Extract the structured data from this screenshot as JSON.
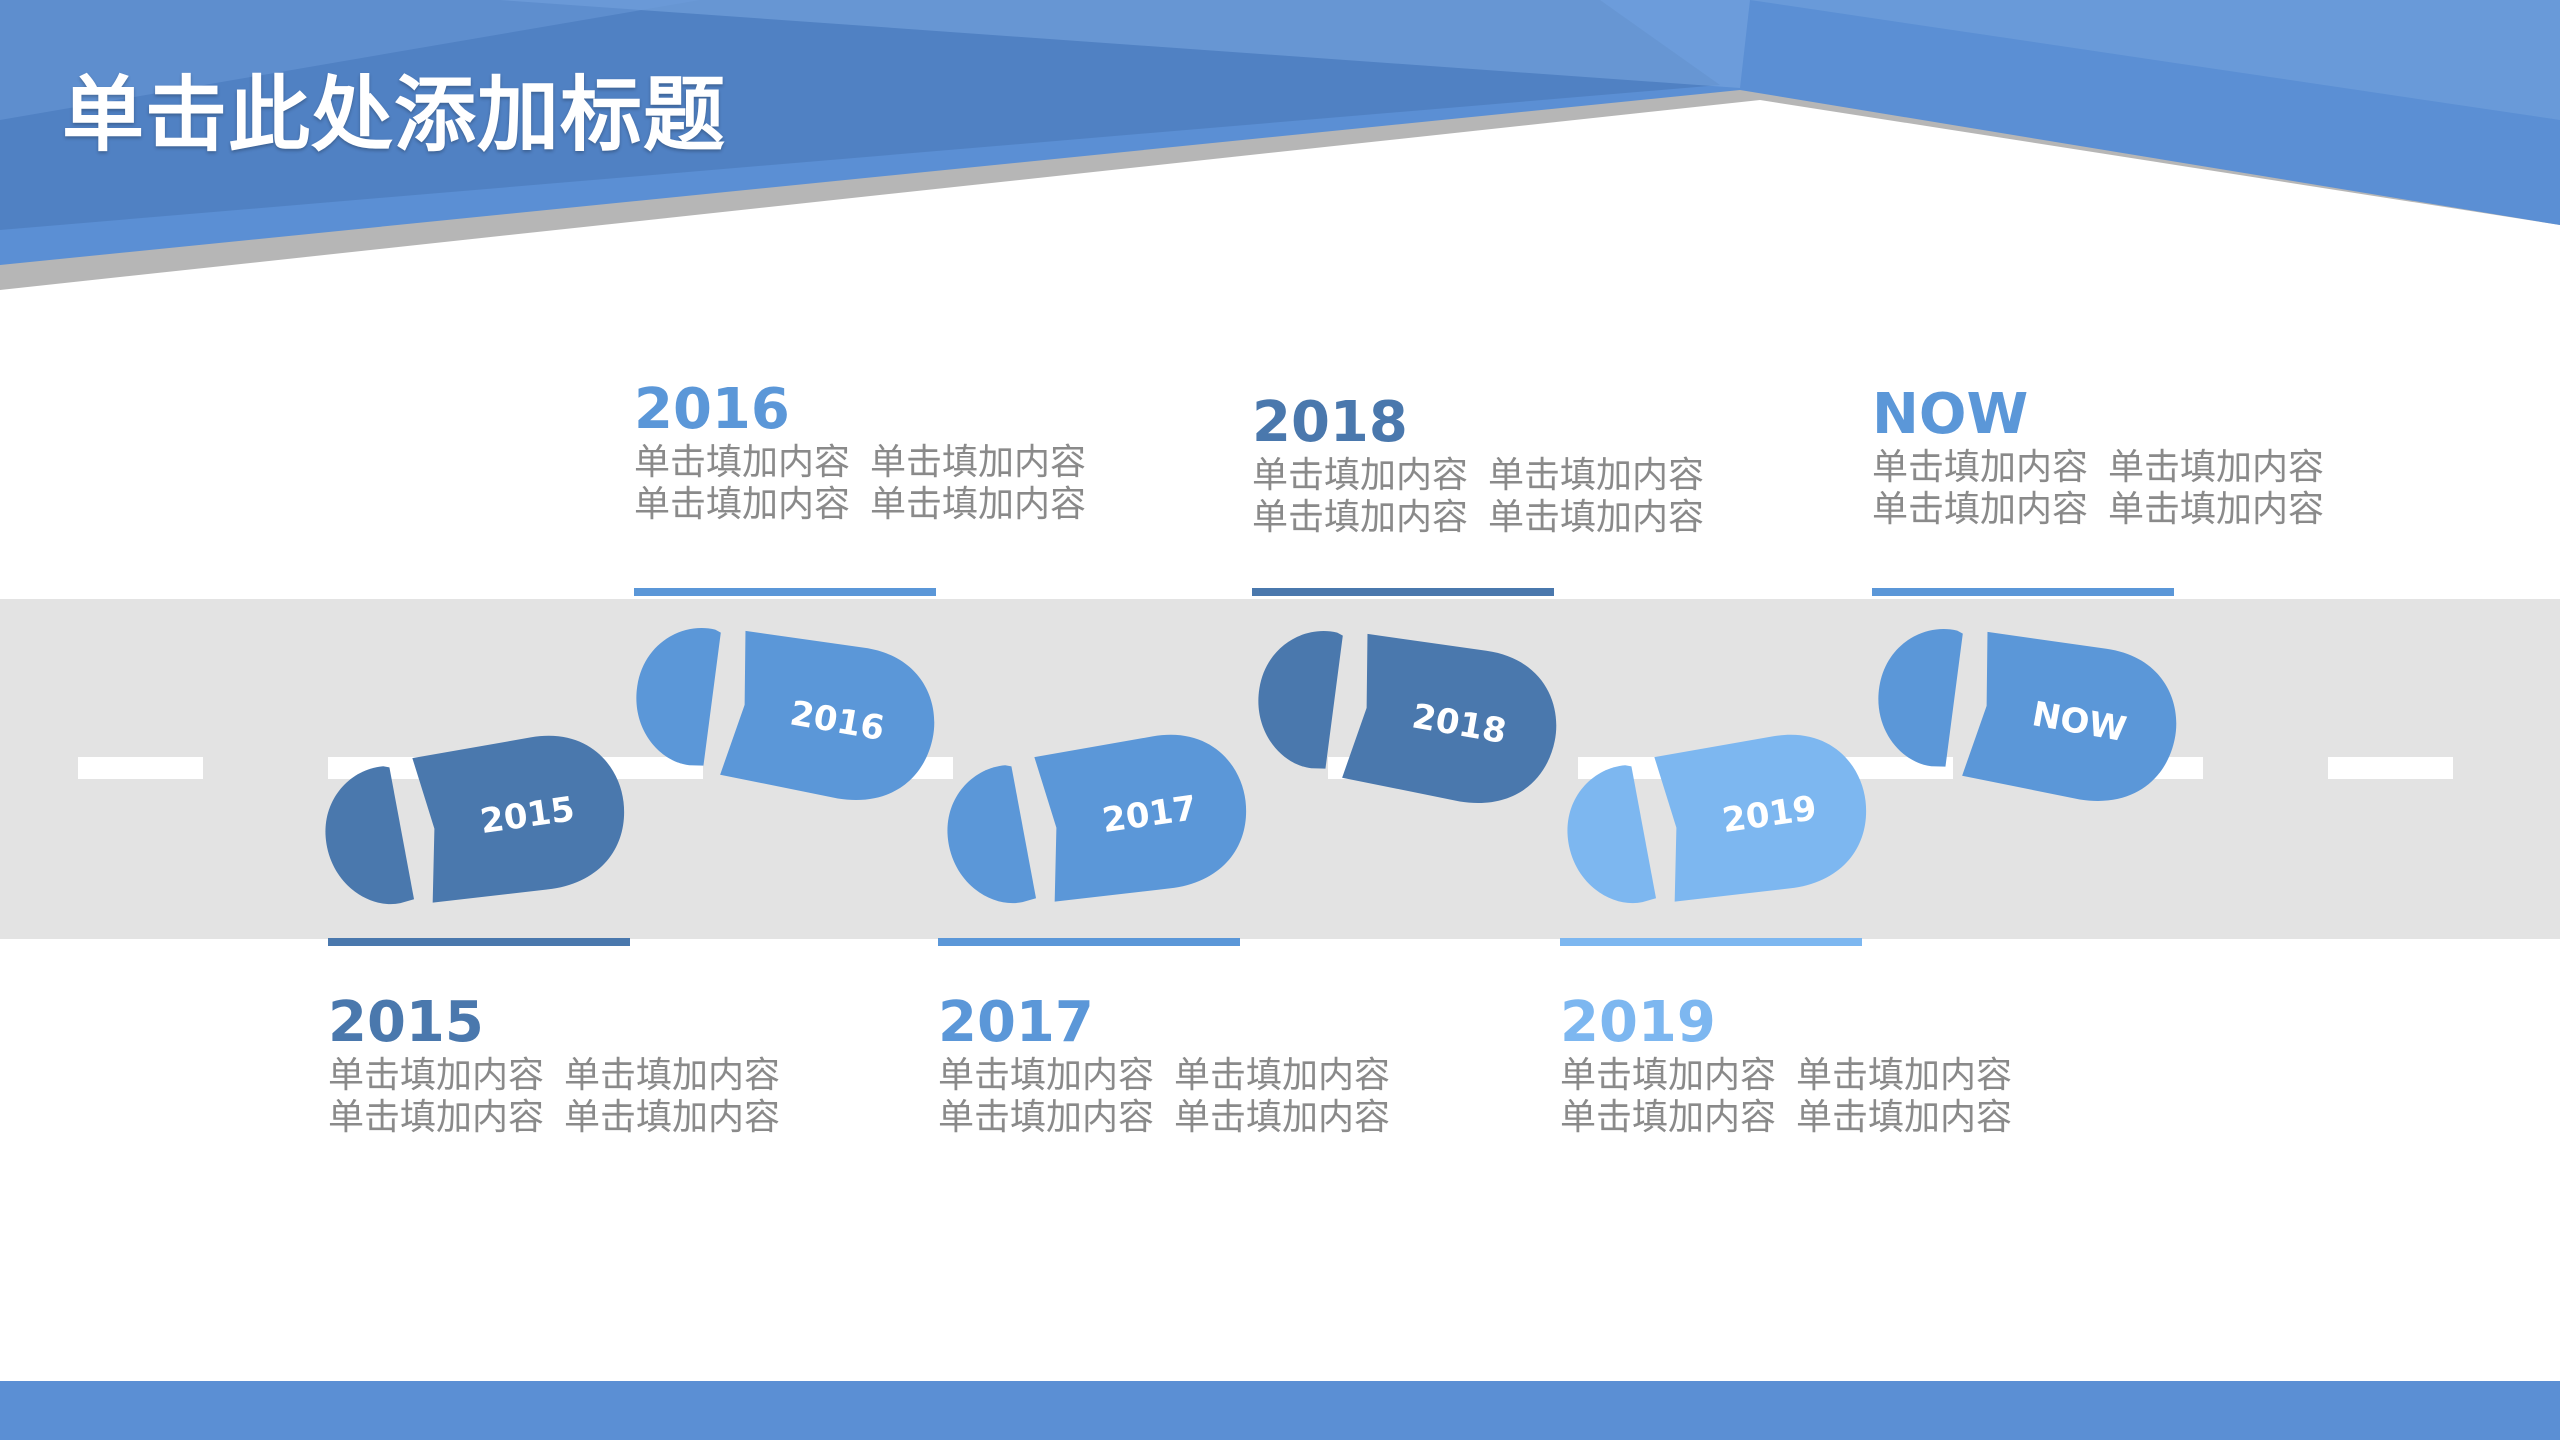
{
  "title": "单击此处添加标题",
  "colors": {
    "dark": "#4a78ad",
    "medium": "#5b97d8",
    "light": "#7db7f0",
    "road": "#e3e3e3",
    "text": "#8a8a8a"
  },
  "milestones": [
    {
      "year": "2015",
      "print_label": "2015",
      "color": "dark",
      "icon": "footprint-icon",
      "desc": [
        "单击填加内容",
        "单击填加内容",
        "单击填加内容",
        "单击填加内容"
      ]
    },
    {
      "year": "2016",
      "print_label": "2016",
      "color": "medium",
      "icon": "footprint-icon",
      "desc": [
        "单击填加内容",
        "单击填加内容",
        "单击填加内容",
        "单击填加内容"
      ]
    },
    {
      "year": "2017",
      "print_label": "2017",
      "color": "medium",
      "icon": "footprint-icon",
      "desc": [
        "单击填加内容",
        "单击填加内容",
        "单击填加内容",
        "单击填加内容"
      ]
    },
    {
      "year": "2018",
      "print_label": "2018",
      "color": "dark",
      "icon": "footprint-icon",
      "desc": [
        "单击填加内容",
        "单击填加内容",
        "单击填加内容",
        "单击填加内容"
      ]
    },
    {
      "year": "2019",
      "print_label": "2019",
      "color": "light",
      "icon": "footprint-icon",
      "desc": [
        "单击填加内容",
        "单击填加内容",
        "单击填加内容",
        "单击填加内容"
      ]
    },
    {
      "year": "NOW",
      "print_label": "NOW",
      "color": "medium",
      "icon": "footprint-icon",
      "desc": [
        "单击填加内容",
        "单击填加内容",
        "单击填加内容",
        "单击填加内容"
      ]
    }
  ]
}
